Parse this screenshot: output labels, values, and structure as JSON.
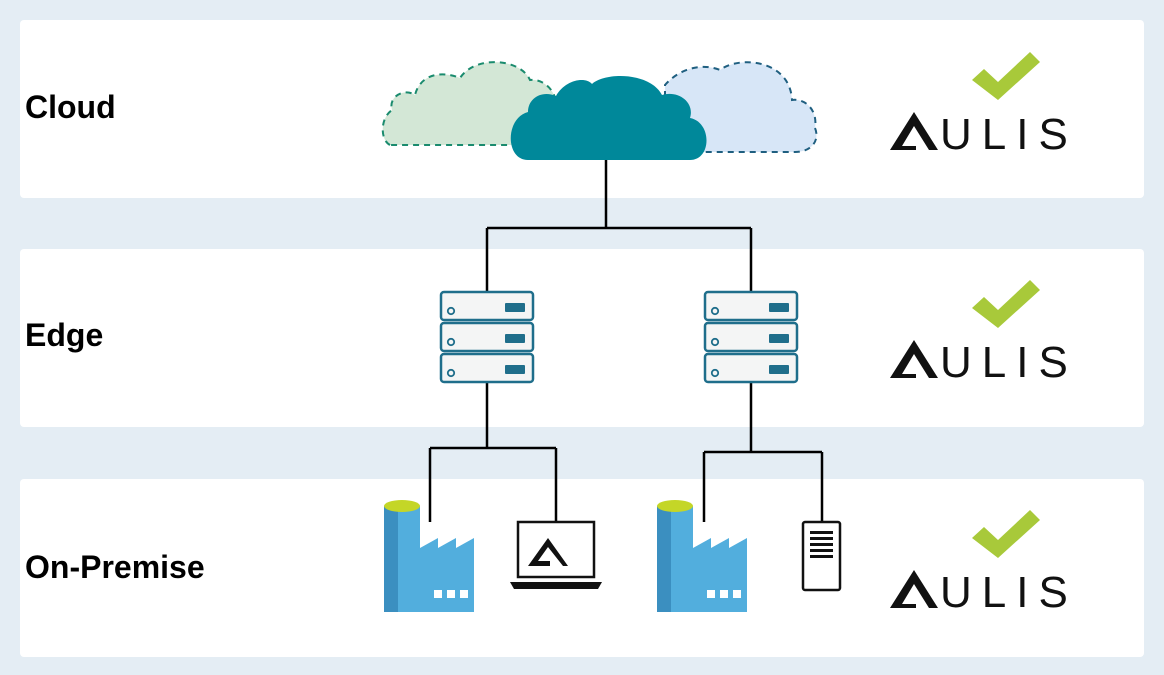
{
  "tiers": [
    {
      "id": "cloud",
      "label": "Cloud",
      "supported": true
    },
    {
      "id": "edge",
      "label": "Edge",
      "supported": true
    },
    {
      "id": "on_premise",
      "label": "On-Premise",
      "supported": true
    }
  ],
  "brand": {
    "wordmark_rest": "ULIS"
  },
  "colors": {
    "background": "#e4edf4",
    "panel": "#ffffff",
    "cloud_main": "#00889a",
    "cloud_green": "#d3e7d6",
    "cloud_blue": "#d7e6f7",
    "server_stroke": "#1f6e8b",
    "server_fill": "#f4f5f5",
    "factory_blue": "#52aedd",
    "factory_cap": "#c4d627",
    "check_green": "#a8c93a",
    "line": "#000000"
  }
}
